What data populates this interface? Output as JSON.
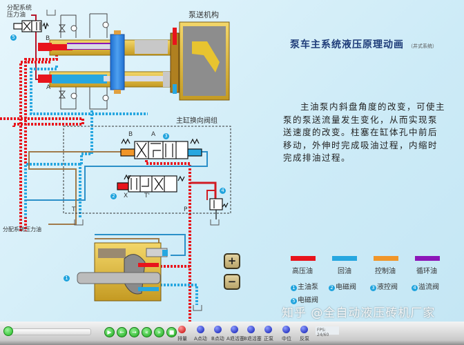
{
  "diagram": {
    "labels": {
      "dist_oil_top": "分配系统\n压力油",
      "dist_oil_top_line1": "分配系统",
      "dist_oil_top_line2": "压力油",
      "pump_mechanism": "泵送机构",
      "valve_group": "主缸换向阀组",
      "dist_oil_bottom": "分配系统压力油",
      "port_A_cyl": "A",
      "port_B_cyl": "B",
      "port_A": "A",
      "port_B": "B",
      "port_X": "X",
      "port_T_prime": "T'",
      "port_T": "T",
      "port_P": "P",
      "n1": "1",
      "n2": "2",
      "n3": "3",
      "n4": "4",
      "n5": "5"
    },
    "colors": {
      "high_pressure": "#e8141c",
      "return": "#27a7e0",
      "control": "#f0962a",
      "circulation": "#8c16b8",
      "brown_line": "#a07a4a"
    }
  },
  "header": {
    "title": "泵车主系统液压原理动画",
    "subtitle": "（井式系统）"
  },
  "description": "主油泵内斜盘角度的改变，可使主泵的泵送流量发生变化，从而实现泵送速度的改变。柱塞在缸体孔中前后移动，外伸时完成吸油过程，内缩时完成排油过程。",
  "legend": {
    "lines": [
      {
        "label": "高压油",
        "color": "#e8141c"
      },
      {
        "label": "回油",
        "color": "#27a7e0"
      },
      {
        "label": "控制油",
        "color": "#f0962a"
      },
      {
        "label": "循环油",
        "color": "#8c16b8"
      }
    ],
    "components": [
      {
        "num": "1",
        "label": "主油泵"
      },
      {
        "num": "2",
        "label": "电磁阀"
      },
      {
        "num": "3",
        "label": "液控阀"
      },
      {
        "num": "4",
        "label": "溢流阀"
      },
      {
        "num": "5",
        "label": "电磁阀"
      }
    ]
  },
  "zoom": {
    "plus": "+",
    "minus": "−"
  },
  "toolbar": {
    "progress": 0.0,
    "buttons": [
      "play-icon",
      "back-icon",
      "forward-icon",
      "rewind-icon",
      "fast-forward-icon",
      "stop-icon"
    ],
    "controls": [
      {
        "label": "排量",
        "color": "red"
      },
      {
        "label": "A点动",
        "color": "blue"
      },
      {
        "label": "B点动",
        "color": "blue"
      },
      {
        "label": "A退活塞",
        "color": "blue"
      },
      {
        "label": "B退活塞",
        "color": "blue"
      },
      {
        "label": "正泵",
        "color": "blue"
      },
      {
        "label": "中位",
        "color": "blue"
      },
      {
        "label": "反泵",
        "color": "blue"
      }
    ],
    "fps": "FPS: 24/60"
  },
  "watermark": "知乎 @全自动液压砖机厂家"
}
